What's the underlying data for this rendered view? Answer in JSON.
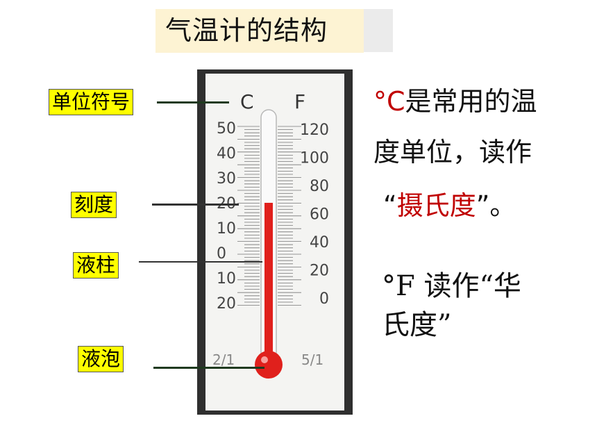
{
  "title": "气温计的结构",
  "labels": {
    "unit_symbol": "单位符号",
    "scale": "刻度",
    "liquid_column": "液柱",
    "bulb": "液泡"
  },
  "thermometer": {
    "celsius_header": "C",
    "fahrenheit_header": "F",
    "celsius_ticks": [
      "50",
      "40",
      "30",
      "20",
      "10",
      "0",
      "10",
      "20"
    ],
    "fahrenheit_ticks": [
      "120",
      "100",
      "80",
      "60",
      "40",
      "20",
      "0"
    ],
    "bottom_left_mark": "2/1",
    "bottom_right_mark": "5/1"
  },
  "celsius_note": {
    "symbol": "°C",
    "line1_rest": "是常用的温",
    "line2": "度单位，读作",
    "quote_open": "“",
    "name": "摄氏度",
    "quote_close": "”。"
  },
  "fahrenheit_note": {
    "line1": "°F 读作“华",
    "line2": "氏度”"
  },
  "colors": {
    "label_bg": "#ffff00",
    "title_bg": "#fdf3d3",
    "liquid": "#e0201c",
    "accent_red": "#c00000"
  }
}
